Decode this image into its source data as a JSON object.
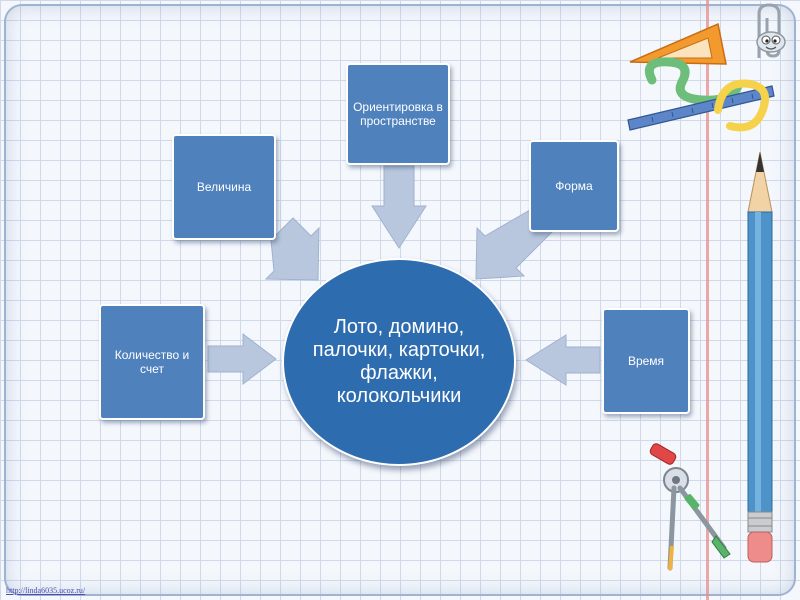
{
  "diagram": {
    "center": "Лото, домино, палочки, карточки, флажки, колокольчики",
    "nodes": {
      "quantity": "Количество и счет",
      "size": "Величина",
      "orientation": "Ориентировка в пространстве",
      "form": "Форма",
      "time": "Время"
    }
  },
  "footer": {
    "url": "http://linda6035.ucoz.ru/"
  },
  "colors": {
    "node": "#4f81bd",
    "center": "#2e6cb0",
    "arrow": "#b7c6dc"
  },
  "icons": [
    "clip-icon",
    "ruler-triangle-icon",
    "pencil-icon",
    "compass-icon"
  ]
}
